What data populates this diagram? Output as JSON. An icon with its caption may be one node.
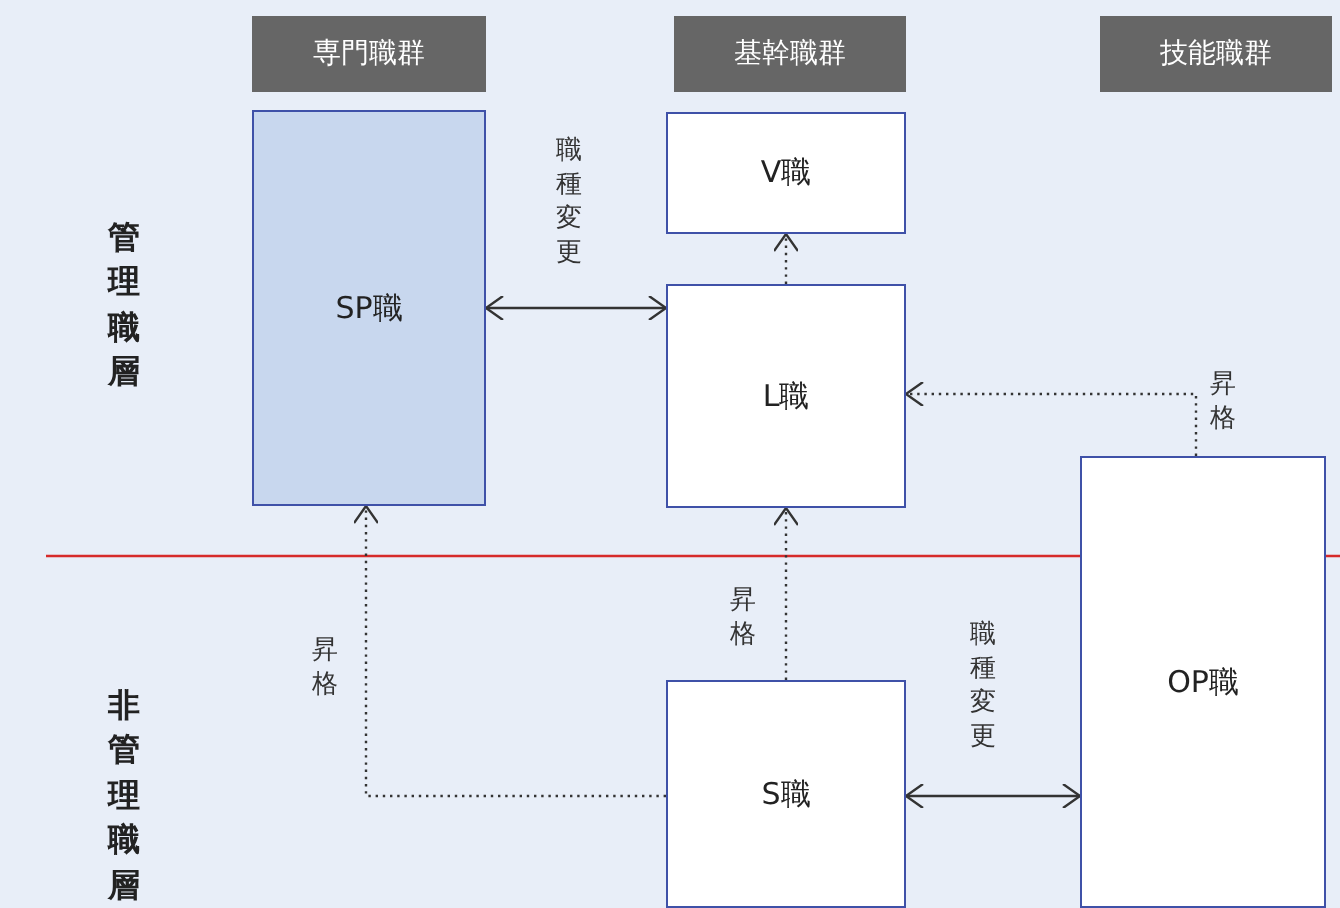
{
  "diagram": {
    "nodes": [
      {
        "text": [
          "専門職群"
        ]
      },
      {
        "text": [
          "基幹職群"
        ]
      },
      {
        "text": [
          "技能職群"
        ]
      },
      {
        "text": [
          "SP職"
        ]
      },
      {
        "text": [
          "V職"
        ]
      },
      {
        "text": [
          "L職"
        ]
      },
      {
        "text": [
          "OP職"
        ]
      },
      {
        "text": [
          "S職"
        ]
      }
    ],
    "edges": [
      {
        "from": 3,
        "to": 5,
        "arrow": "both",
        "label": "職種変更"
      },
      {
        "from": 5,
        "to": 4,
        "arrow": "to",
        "style": "dashed"
      },
      {
        "from": 6,
        "to": 5,
        "arrow": "to",
        "style": "dashed",
        "label": "昇格"
      },
      {
        "from": 7,
        "to": 5,
        "arrow": "to",
        "style": "dashed",
        "label": "昇格"
      },
      {
        "from": 7,
        "to": 3,
        "arrow": "to",
        "style": "dashed",
        "label": "昇格"
      },
      {
        "from": 7,
        "to": 6,
        "arrow": "both",
        "label": "職種変更"
      }
    ],
    "labels": [
      "管理職層",
      "非管理職層"
    ]
  }
}
